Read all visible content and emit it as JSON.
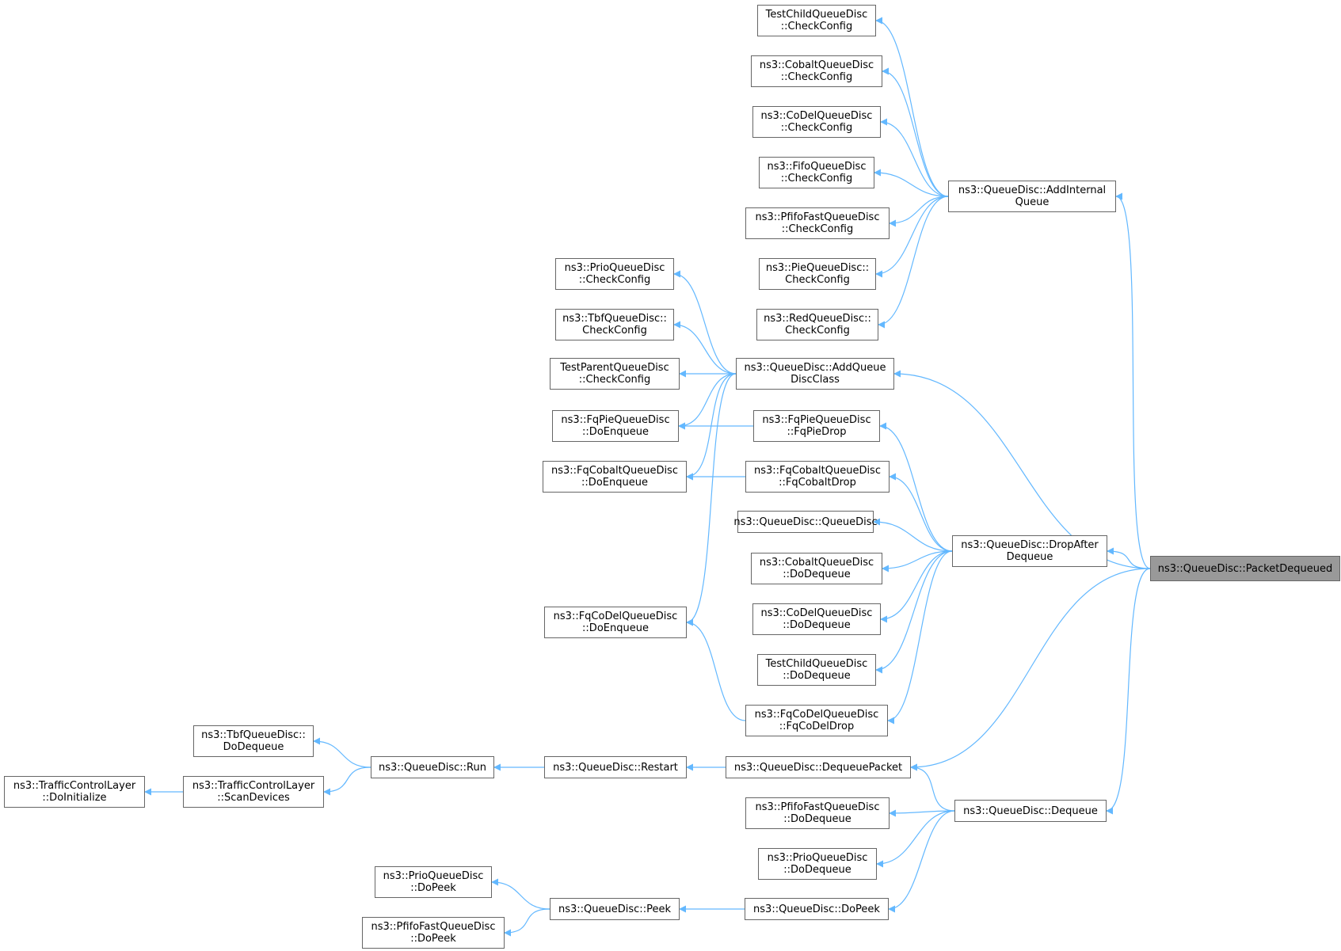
{
  "colors": {
    "edge": "#63b8ff",
    "node_border": "#666666",
    "root_fill": "#999999",
    "node_fill": "#ffffff"
  },
  "nodes": [
    {
      "id": "pd",
      "lines": [
        "ns3::QueueDisc::PacketDequeued"
      ],
      "root": true
    },
    {
      "id": "aiq",
      "lines": [
        "ns3::QueueDisc::AddInternal",
        "Queue"
      ]
    },
    {
      "id": "aqdc",
      "lines": [
        "ns3::QueueDisc::AddQueue",
        "DiscClass"
      ]
    },
    {
      "id": "dad",
      "lines": [
        "ns3::QueueDisc::DropAfter",
        "Dequeue"
      ]
    },
    {
      "id": "dqp",
      "lines": [
        "ns3::QueueDisc::DequeuePacket"
      ]
    },
    {
      "id": "deq",
      "lines": [
        "ns3::QueueDisc::Dequeue"
      ]
    },
    {
      "id": "tcq_cc",
      "lines": [
        "TestChildQueueDisc",
        "::CheckConfig"
      ]
    },
    {
      "id": "cob_cc",
      "lines": [
        "ns3::CobaltQueueDisc",
        "::CheckConfig"
      ]
    },
    {
      "id": "cod_cc",
      "lines": [
        "ns3::CoDelQueueDisc",
        "::CheckConfig"
      ]
    },
    {
      "id": "fifo_cc",
      "lines": [
        "ns3::FifoQueueDisc",
        "::CheckConfig"
      ]
    },
    {
      "id": "pff_cc",
      "lines": [
        "ns3::PfifoFastQueueDisc",
        "::CheckConfig"
      ]
    },
    {
      "id": "pie_cc",
      "lines": [
        "ns3::PieQueueDisc::",
        "CheckConfig"
      ]
    },
    {
      "id": "red_cc",
      "lines": [
        "ns3::RedQueueDisc::",
        "CheckConfig"
      ]
    },
    {
      "id": "prio_cc",
      "lines": [
        "ns3::PrioQueueDisc",
        "::CheckConfig"
      ]
    },
    {
      "id": "tbf_cc",
      "lines": [
        "ns3::TbfQueueDisc::",
        "CheckConfig"
      ]
    },
    {
      "id": "tpq_cc",
      "lines": [
        "TestParentQueueDisc",
        "::CheckConfig"
      ]
    },
    {
      "id": "fqpie_enq",
      "lines": [
        "ns3::FqPieQueueDisc",
        "::DoEnqueue"
      ]
    },
    {
      "id": "fqcob_enq",
      "lines": [
        "ns3::FqCobaltQueueDisc",
        "::DoEnqueue"
      ]
    },
    {
      "id": "fqcod_enq",
      "lines": [
        "ns3::FqCoDelQueueDisc",
        "::DoEnqueue"
      ]
    },
    {
      "id": "fqpie_drop",
      "lines": [
        "ns3::FqPieQueueDisc",
        "::FqPieDrop"
      ]
    },
    {
      "id": "fqcob_drop",
      "lines": [
        "ns3::FqCobaltQueueDisc",
        "::FqCobaltDrop"
      ]
    },
    {
      "id": "qd_qd",
      "lines": [
        "ns3::QueueDisc::QueueDisc"
      ]
    },
    {
      "id": "cob_deq",
      "lines": [
        "ns3::CobaltQueueDisc",
        "::DoDequeue"
      ]
    },
    {
      "id": "cod_deq",
      "lines": [
        "ns3::CoDelQueueDisc",
        "::DoDequeue"
      ]
    },
    {
      "id": "tcq_deq",
      "lines": [
        "TestChildQueueDisc",
        "::DoDequeue"
      ]
    },
    {
      "id": "fqcod_drop",
      "lines": [
        "ns3::FqCoDelQueueDisc",
        "::FqCoDelDrop"
      ]
    },
    {
      "id": "restart",
      "lines": [
        "ns3::QueueDisc::Restart"
      ]
    },
    {
      "id": "run",
      "lines": [
        "ns3::QueueDisc::Run"
      ]
    },
    {
      "id": "tbf_deq",
      "lines": [
        "ns3::TbfQueueDisc::",
        "DoDequeue"
      ]
    },
    {
      "id": "tcl_scan",
      "lines": [
        "ns3::TrafficControlLayer",
        "::ScanDevices"
      ]
    },
    {
      "id": "tcl_init",
      "lines": [
        "ns3::TrafficControlLayer",
        "::DoInitialize"
      ]
    },
    {
      "id": "pff_deq",
      "lines": [
        "ns3::PfifoFastQueueDisc",
        "::DoDequeue"
      ]
    },
    {
      "id": "prio_deq",
      "lines": [
        "ns3::PrioQueueDisc",
        "::DoDequeue"
      ]
    },
    {
      "id": "dopeek",
      "lines": [
        "ns3::QueueDisc::DoPeek"
      ]
    },
    {
      "id": "peek",
      "lines": [
        "ns3::QueueDisc::Peek"
      ]
    },
    {
      "id": "prio_peek",
      "lines": [
        "ns3::PrioQueueDisc",
        "::DoPeek"
      ]
    },
    {
      "id": "pff_peek",
      "lines": [
        "ns3::PfifoFastQueueDisc",
        "::DoPeek"
      ]
    }
  ],
  "edges": [
    {
      "from": "aiq",
      "to": "pd"
    },
    {
      "from": "aqdc",
      "to": "pd"
    },
    {
      "from": "dad",
      "to": "pd"
    },
    {
      "from": "dqp",
      "to": "pd"
    },
    {
      "from": "deq",
      "to": "pd"
    },
    {
      "from": "tcq_cc",
      "to": "aiq"
    },
    {
      "from": "cob_cc",
      "to": "aiq"
    },
    {
      "from": "cod_cc",
      "to": "aiq"
    },
    {
      "from": "fifo_cc",
      "to": "aiq"
    },
    {
      "from": "pff_cc",
      "to": "aiq"
    },
    {
      "from": "pie_cc",
      "to": "aiq"
    },
    {
      "from": "red_cc",
      "to": "aiq"
    },
    {
      "from": "prio_cc",
      "to": "aqdc"
    },
    {
      "from": "tbf_cc",
      "to": "aqdc"
    },
    {
      "from": "tpq_cc",
      "to": "aqdc"
    },
    {
      "from": "fqpie_enq",
      "to": "aqdc"
    },
    {
      "from": "fqcob_enq",
      "to": "aqdc"
    },
    {
      "from": "fqcod_enq",
      "to": "aqdc"
    },
    {
      "from": "fqpie_enq",
      "to": "fqpie_drop"
    },
    {
      "from": "fqcob_enq",
      "to": "fqcob_drop"
    },
    {
      "from": "fqcod_enq",
      "to": "fqcod_drop"
    },
    {
      "from": "fqpie_drop",
      "to": "dad"
    },
    {
      "from": "fqcob_drop",
      "to": "dad"
    },
    {
      "from": "qd_qd",
      "to": "dad"
    },
    {
      "from": "cob_deq",
      "to": "dad"
    },
    {
      "from": "cod_deq",
      "to": "dad"
    },
    {
      "from": "tcq_deq",
      "to": "dad"
    },
    {
      "from": "fqcod_drop",
      "to": "dad"
    },
    {
      "from": "restart",
      "to": "dqp"
    },
    {
      "from": "run",
      "to": "restart"
    },
    {
      "from": "tbf_deq",
      "to": "run"
    },
    {
      "from": "tcl_scan",
      "to": "run"
    },
    {
      "from": "tcl_init",
      "to": "tcl_scan"
    },
    {
      "from": "dqp",
      "to": "deq"
    },
    {
      "from": "pff_deq",
      "to": "deq"
    },
    {
      "from": "prio_deq",
      "to": "deq"
    },
    {
      "from": "dopeek",
      "to": "deq"
    },
    {
      "from": "peek",
      "to": "dopeek"
    },
    {
      "from": "prio_peek",
      "to": "peek"
    },
    {
      "from": "pff_peek",
      "to": "peek"
    }
  ]
}
